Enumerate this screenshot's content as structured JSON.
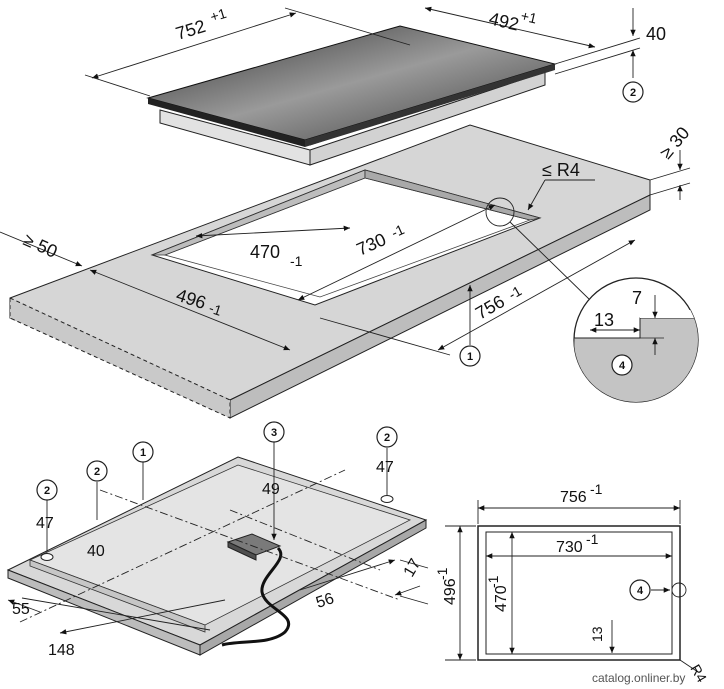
{
  "top": {
    "hob_length": "752",
    "hob_length_tol": "+1",
    "hob_width": "492",
    "hob_width_tol": "+1",
    "hob_height": "40",
    "callout_height": "2",
    "worktop_thickness": "≥ 30",
    "corner_radius": "≤ R4",
    "edge_clearance": "≥ 50",
    "inner_width": "470",
    "inner_width_tol": "-1",
    "inner_length": "730",
    "inner_length_tol": "-1",
    "outer_width": "496",
    "outer_width_tol": "-1",
    "outer_length": "756",
    "outer_length_tol": "-1",
    "callout_cutout": "1"
  },
  "detail": {
    "step_width": "13",
    "step_depth": "7",
    "callout": "4"
  },
  "bottom": {
    "callout_a": "2",
    "callout_b": "2",
    "callout_c": "1",
    "callout_d": "3",
    "callout_e": "2",
    "value_a": "47",
    "value_b": "40",
    "value_d": "49",
    "value_e": "47",
    "offset_left": "55",
    "offset_148": "148",
    "offset_56": "56",
    "offset_17": "17"
  },
  "plan": {
    "outer_width": "756",
    "outer_width_tol": "-1",
    "inner_width": "730",
    "inner_width_tol": "-1",
    "outer_height": "496",
    "outer_height_tol": "-1",
    "inner_height": "470",
    "inner_height_tol": "-1",
    "step": "13",
    "callout": "4",
    "radius": "R4"
  },
  "watermark": "catalog.onliner.by",
  "colors": {
    "line": "#1a1a1a",
    "fill_light": "#d4d4d4",
    "fill_mid": "#b8b8b8",
    "fill_dark": "#5a5a5a"
  }
}
